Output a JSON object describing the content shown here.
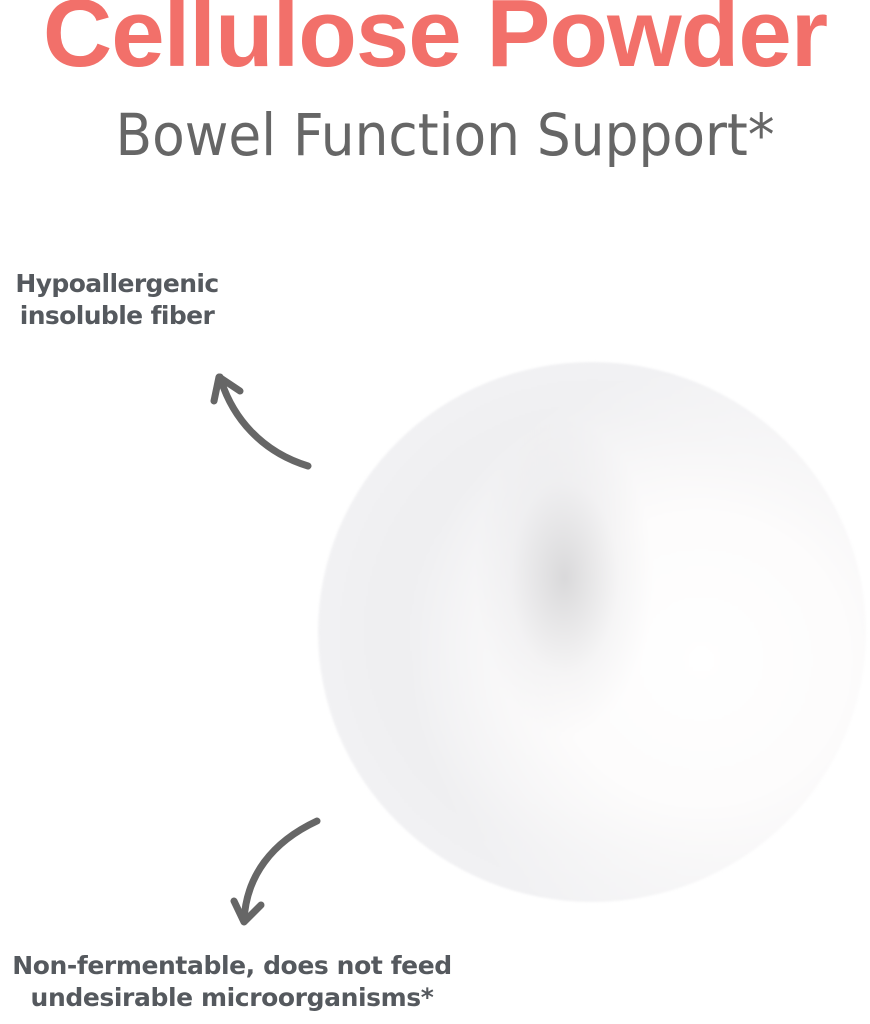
{
  "header": {
    "title": "Cellulose Powder",
    "subtitle": "Bowel Function Support*"
  },
  "callouts": [
    {
      "line1": "Hypoallergenic",
      "line2": "insoluble fiber",
      "arrow": "arrow-up-left-icon"
    },
    {
      "line1": "Non-fermentable, does not feed",
      "line2": "undesirable microorganisms*",
      "arrow": "arrow-down-left-icon"
    }
  ],
  "image": {
    "subject": "white cellulose powder pile"
  },
  "colors": {
    "title": "#F2706A",
    "subtitle": "#666666",
    "callout_text": "#55595E",
    "arrow": "#666666",
    "background": "#FFFFFF"
  }
}
